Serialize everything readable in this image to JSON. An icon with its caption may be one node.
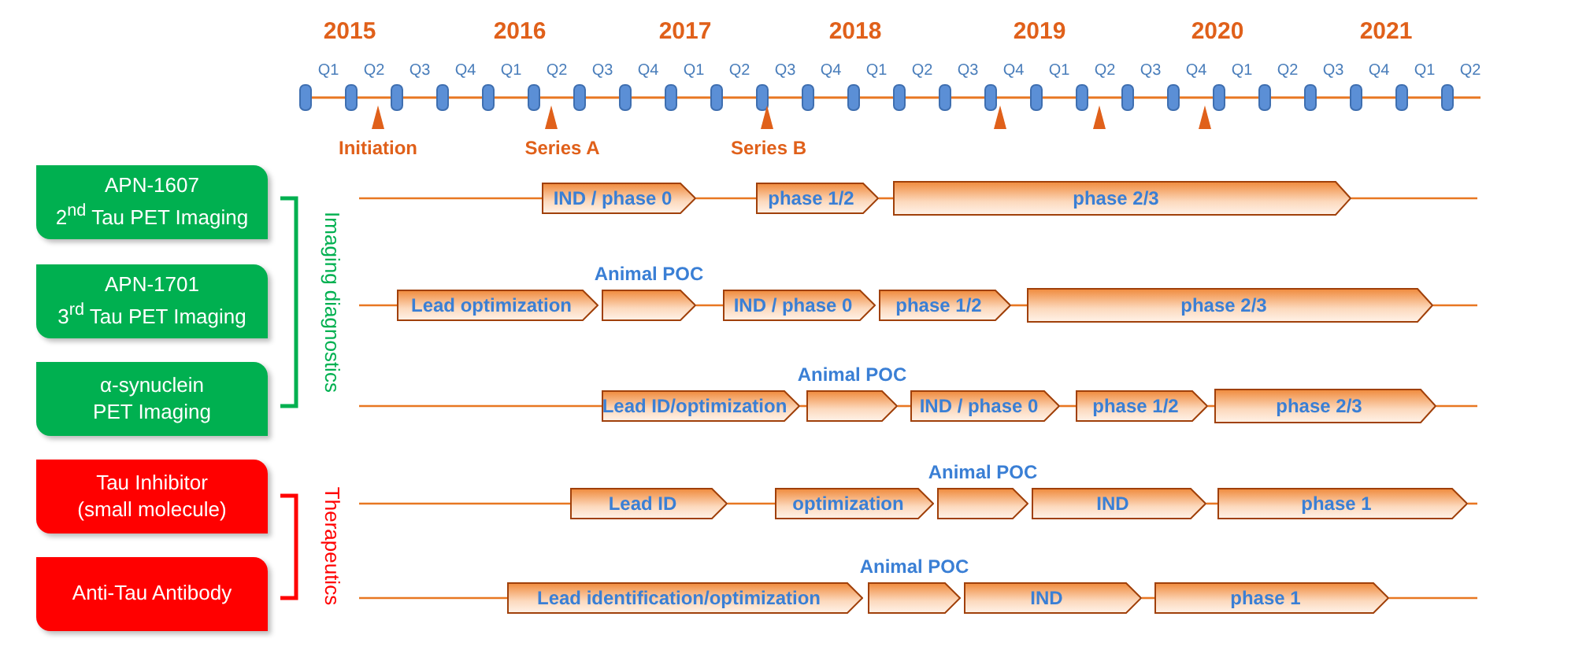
{
  "diagram": {
    "nodes": [
      {
        "text": [
          "APN-1607",
          "2$^{nd}$ Tau PET Imaging"
        ]
      },
      {
        "text": [
          "IND / phase 0"
        ]
      },
      {
        "text": [
          "phase 1/2"
        ]
      },
      {
        "text": [
          "phase 2/3"
        ]
      },
      {
        "text": [
          "APN-1701",
          "3$^{rd}$ Tau PET Imaging"
        ]
      },
      {
        "text": [
          "Lead optimization"
        ]
      },
      {
        "text": [],
        "shape": "chevron",
        "beside": [
          "Animal POC"
        ]
      },
      {
        "text": [
          "IND / phase 0"
        ]
      },
      {
        "text": [
          "phase 1/2"
        ]
      },
      {
        "text": [
          "phase 2/3"
        ]
      },
      {
        "text": [
          "α-synuclein PET Imaging"
        ]
      },
      {
        "text": [
          "Lead ID/optimization"
        ]
      },
      {
        "text": [],
        "shape": "chevron",
        "beside": [
          "Animal POC"
        ]
      },
      {
        "text": [
          "IND / phase 0"
        ]
      },
      {
        "text": [
          "phase 1/2"
        ]
      },
      {
        "text": [
          "phase 2/3"
        ]
      },
      {
        "text": [
          "Tau Inhibitor (small molecule)"
        ]
      },
      {
        "text": [
          "Lead ID"
        ]
      },
      {
        "text": [
          "optimization"
        ]
      },
      {
        "text": [],
        "shape": "chevron",
        "beside": [
          "Animal POC"
        ]
      },
      {
        "text": [
          "IND"
        ]
      },
      {
        "text": [
          "phase 1"
        ]
      },
      {
        "text": [
          "Anti-Tau Antibody"
        ]
      },
      {
        "text": [
          "Lead identification/optimization"
        ]
      },
      {
        "text": [],
        "shape": "chevron",
        "beside": [
          "Animal POC"
        ]
      },
      {
        "text": [
          "IND"
        ]
      },
      {
        "text": [
          "phase 1"
        ]
      }
    ],
    "edges": [
      {
        "from": null,
        "to": 1,
        "arrow": "none"
      },
      {
        "from": 1,
        "to": 2,
        "arrow": "none"
      },
      {
        "from": 2,
        "to": 3,
        "arrow": "none"
      },
      {
        "from": 3,
        "to": null,
        "arrow": "none"
      },
      {
        "from": null,
        "to": 5,
        "arrow": "none"
      },
      {
        "from": 6,
        "to": 7,
        "arrow": "none"
      },
      {
        "from": 8,
        "to": 9,
        "arrow": "none"
      },
      {
        "from": 9,
        "to": null,
        "arrow": "none"
      },
      {
        "from": null,
        "to": 11,
        "arrow": "none"
      },
      {
        "from": 11,
        "to": 12,
        "arrow": "none"
      },
      {
        "from": 12,
        "to": 13,
        "arrow": "none"
      },
      {
        "from": 13,
        "to": 14,
        "arrow": "none"
      },
      {
        "from": 14,
        "to": 15,
        "arrow": "none"
      },
      {
        "from": 15,
        "to": null,
        "arrow": "none"
      },
      {
        "from": null,
        "to": 17,
        "arrow": "none"
      },
      {
        "from": 17,
        "to": 18,
        "arrow": "none"
      },
      {
        "from": 20,
        "to": 21,
        "arrow": "none"
      },
      {
        "from": 21,
        "to": null,
        "arrow": "none"
      },
      {
        "from": null,
        "to": 23,
        "arrow": "none"
      },
      {
        "from": 25,
        "to": 26,
        "arrow": "none"
      },
      {
        "from": 26,
        "to": null,
        "arrow": "none"
      }
    ],
    "labels": [
      "2015",
      "2016",
      "2017",
      "2018",
      "2019",
      "2020",
      "2021",
      "Q1",
      "Q2",
      "Q3",
      "Q4",
      "Q1",
      "Q2",
      "Q3",
      "Q4",
      "Q1",
      "Q2",
      "Q3",
      "Q4",
      "Q1",
      "Q2",
      "Q3",
      "Q4",
      "Q1",
      "Q2",
      "Q3",
      "Q4",
      "Q1",
      "Q2",
      "Q3",
      "Q4",
      "Q1",
      "Q2",
      "Initiation",
      "Series A",
      "Series B",
      "Imaging diagnostics",
      "Therapeutics"
    ]
  }
}
